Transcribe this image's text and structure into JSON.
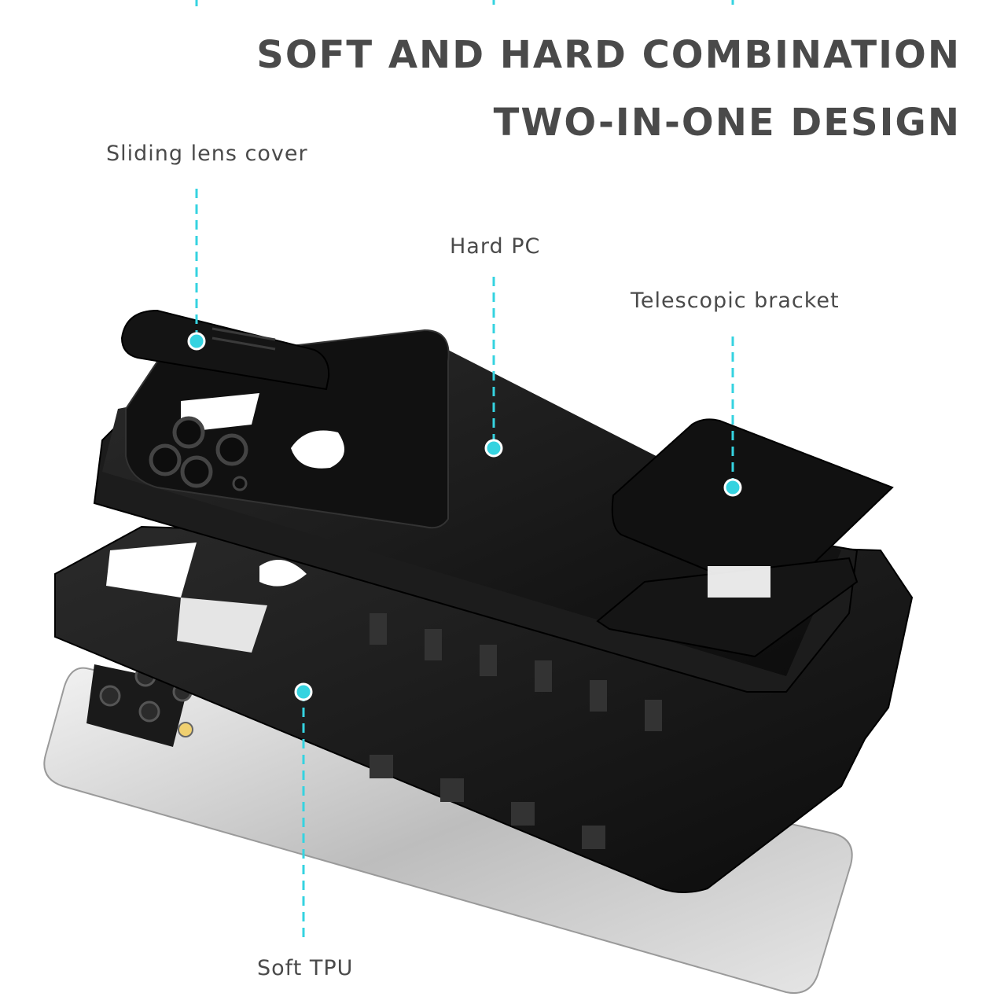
{
  "headline": {
    "line1": "SOFT AND HARD COMBINATION",
    "line2": "TWO-IN-ONE DESIGN"
  },
  "callouts": {
    "sliding_lens_cover": "Sliding lens cover",
    "hard_pc": "Hard PC",
    "telescopic_bracket": "Telescopic bracket",
    "soft_tpu": "Soft TPU"
  },
  "colors": {
    "callout_line": "#35d3e0",
    "text": "#4a4a4a",
    "case_black": "#141414",
    "phone_silver": "#d9d9d9"
  }
}
